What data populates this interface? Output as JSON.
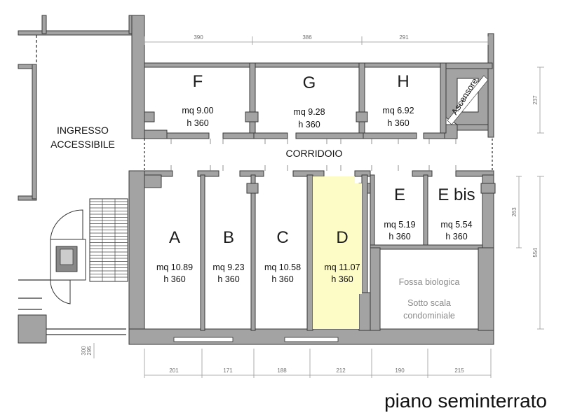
{
  "plan": {
    "title": "piano seminterrato",
    "entrance_line1": "INGRESSO",
    "entrance_line2": "ACCESSIBILE",
    "corridor_label": "CORRIDOIO",
    "elevator_label": "Ascensore",
    "septic_label": "Fossa biologica",
    "under_stairs_line1": "Sotto scala",
    "under_stairs_line2": "condominiale",
    "highlight_color": "#fdfbc6",
    "rooms": {
      "F": {
        "label": "F",
        "area": "mq 9.00",
        "height": "h 360"
      },
      "G": {
        "label": "G",
        "area": "mq 9.28",
        "height": "h 360"
      },
      "H": {
        "label": "H",
        "area": "mq 6.92",
        "height": "h 360"
      },
      "A": {
        "label": "A",
        "area": "mq 10.89",
        "height": "h 360"
      },
      "B": {
        "label": "B",
        "area": "mq 9.23",
        "height": "h 360"
      },
      "C": {
        "label": "C",
        "area": "mq 10.58",
        "height": "h 360"
      },
      "D": {
        "label": "D",
        "area": "mq 11.07",
        "height": "h 360"
      },
      "E": {
        "label": "E",
        "area": "mq 5.19",
        "height": "h 360"
      },
      "Ebis": {
        "label": "E bis",
        "area": "mq 5.54",
        "height": "h 360"
      }
    },
    "dims": {
      "top": [
        "390",
        "386",
        "291"
      ],
      "bottom": [
        "201",
        "171",
        "188",
        "212",
        "190",
        "215"
      ],
      "right": [
        "237",
        "263",
        "554"
      ],
      "left_a": "300",
      "left_b": "295"
    }
  }
}
